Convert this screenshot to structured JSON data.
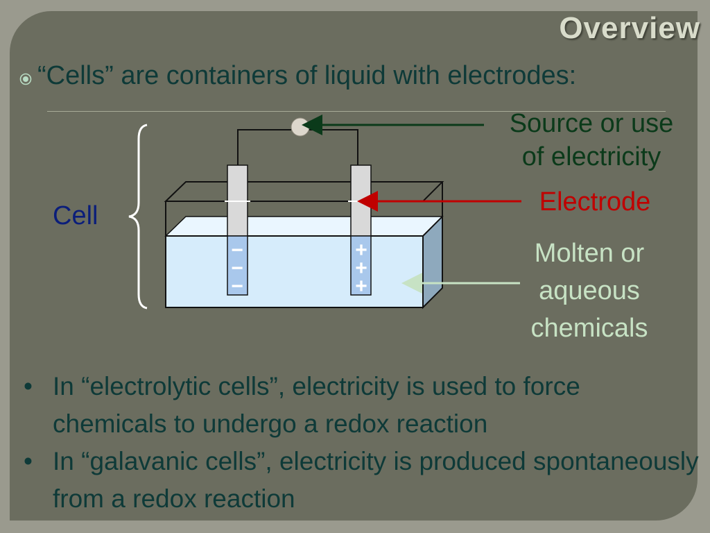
{
  "slide": {
    "title": "Overview",
    "intro_bullet": "“Cells” are containers of liquid with electrodes:"
  },
  "diagram": {
    "labels": {
      "cell": "Cell",
      "source_line1": "Source or use",
      "source_line2": "of electricity",
      "electrode": "Electrode",
      "molten_line1": "Molten or",
      "molten_line2": "aqueous",
      "molten_line3": "chemicals"
    },
    "left_electrode_signs": "−",
    "right_electrode_signs": "+"
  },
  "bullets": [
    {
      "marker": "•",
      "text": "In “electrolytic cells”, electricity is used to force chemicals to undergo a redox reaction"
    },
    {
      "marker": "•",
      "text": "In “galavanic cells”, electricity is produced spontaneously from a redox reaction"
    }
  ],
  "colors": {
    "background": "#6b6d5f",
    "title": "#d9dccb",
    "body_text": "#0e3a38",
    "source_arrow": "#0b3a1a",
    "electrode_arrow": "#c00000",
    "chemicals_arrow": "#c7e2c4",
    "cell_label": "#0b1e7a",
    "liquid": "#d6ecfb"
  }
}
